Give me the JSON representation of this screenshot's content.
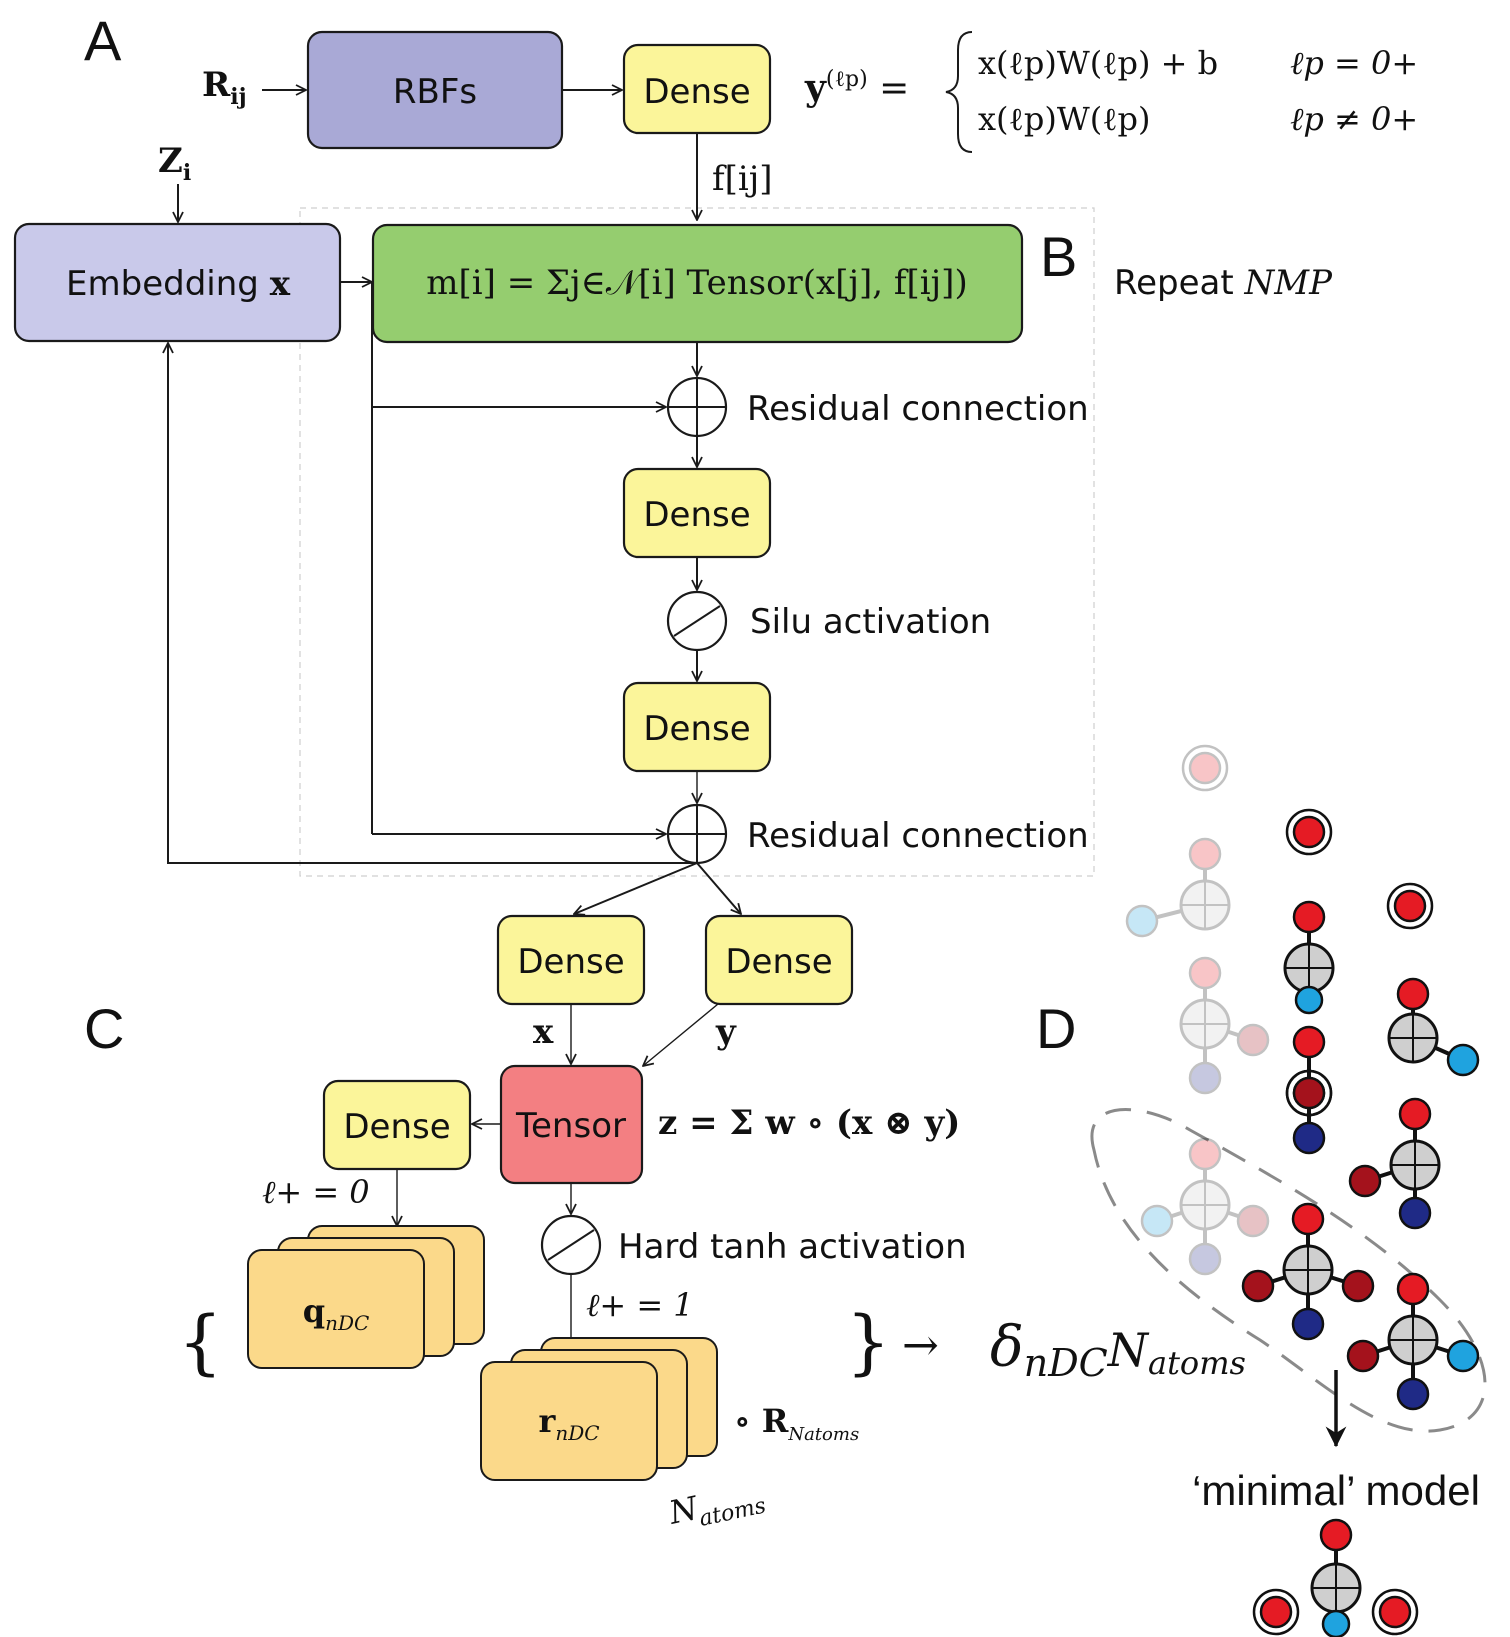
{
  "panels": {
    "a": "A",
    "b": "B",
    "c": "C",
    "d": "D"
  },
  "panel_a": {
    "input_r": "R",
    "input_r_sub": "ij",
    "rbf_label": "RBFs",
    "dense_label": "Dense",
    "output_label": "f[ij]",
    "equation": {
      "lhs": "y",
      "lhs_sup": "(ℓp)",
      "row1": "x(ℓp)W(ℓp) + b",
      "row1_cond": "ℓp = 0+",
      "row2": "x(ℓp)W(ℓp)",
      "row2_cond": "ℓp ≠ 0+"
    },
    "input_z": "Z",
    "input_z_sub": "i",
    "embedding_label": "Embedding ",
    "embedding_var": "x"
  },
  "panel_b": {
    "message_eq": "m[i] = Σj∈𝒩[i] Tensor(x[j], f[ij])",
    "repeat_label": "Repeat ",
    "repeat_var": "NMP",
    "residual_1": "Residual connection",
    "dense_1": "Dense",
    "silu_label": "Silu activation",
    "dense_2": "Dense",
    "residual_2": "Residual connection"
  },
  "panel_c": {
    "dense_x": "Dense",
    "dense_y": "Dense",
    "var_x": "x",
    "var_y": "y",
    "tensor_label": "Tensor",
    "tensor_eq": "z = Σ w ∘ (x ⊗ y)",
    "dense_q": "Dense",
    "l_zero": "ℓ+ = 0",
    "hardtanh_label": "Hard tanh activation",
    "l_one": "ℓ+ = 1",
    "q_label": "q",
    "q_sub": "nDC",
    "r_label": "r",
    "r_sub": "nDC",
    "brace_open": "{",
    "brace_close": "}",
    "arrow": "→",
    "delta": "δ",
    "delta_sub": "nDC",
    "delta_n": "N",
    "delta_n_sub": "atoms",
    "hadamard": "∘ R",
    "hadamard_sub": "Natoms",
    "n_atoms": "N",
    "n_atoms_sub": "atoms"
  },
  "panel_d": {
    "model_label": "‘minimal’ model"
  },
  "colors": {
    "rbf": "#a9a9d6",
    "embedding": "#c9c9ea",
    "dense": "#fbf59a",
    "message": "#95cd6f",
    "tensor": "#f37f82",
    "stack": "#fbd98a",
    "atom_red": "#e51b24",
    "atom_darkred": "#a4121c",
    "atom_blue": "#1fa3df",
    "atom_navy": "#1f2a86",
    "atom_gray": "#cfcfcf"
  }
}
